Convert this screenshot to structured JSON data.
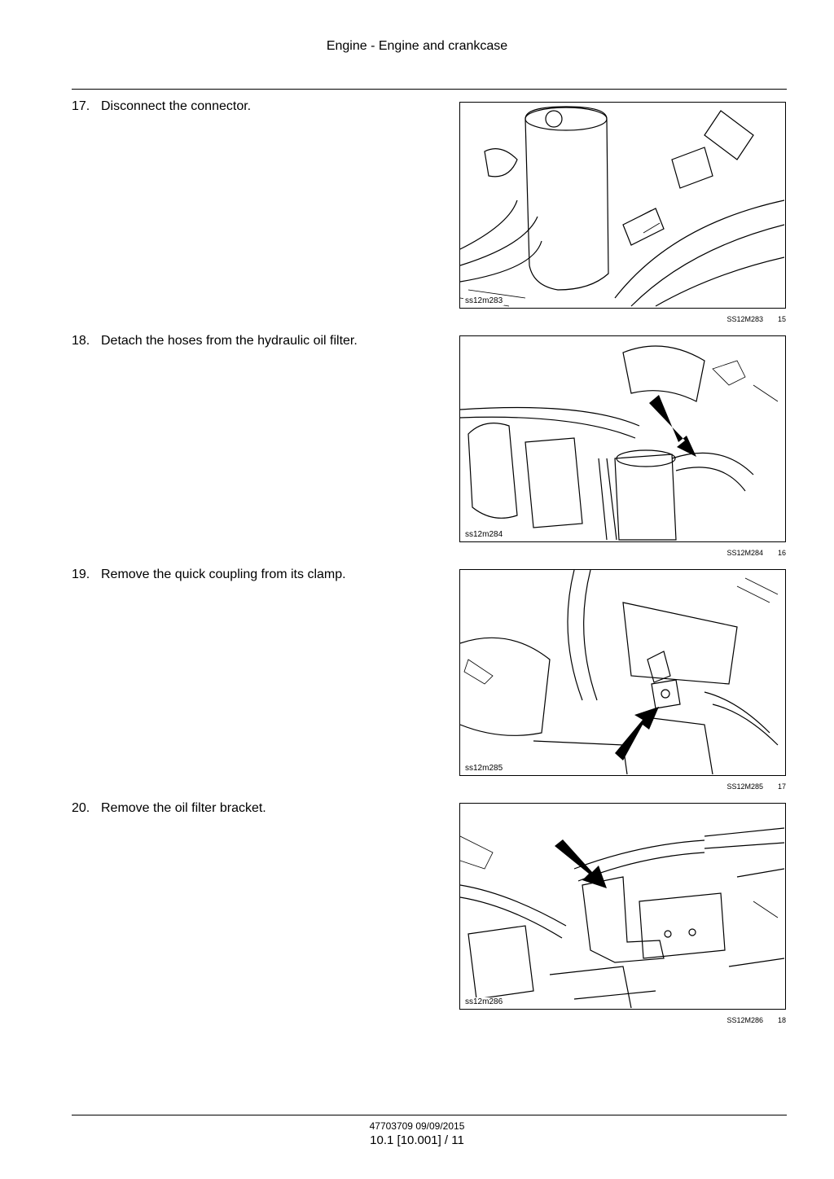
{
  "header": {
    "title": "Engine - Engine and crankcase"
  },
  "steps": [
    {
      "number": "17.",
      "text": "Disconnect the connector.",
      "figure_code": "ss12m283",
      "caption_code": "SS12M283",
      "figure_number": "15"
    },
    {
      "number": "18.",
      "text": "Detach the hoses from the hydraulic oil filter.",
      "figure_code": "ss12m284",
      "caption_code": "SS12M284",
      "figure_number": "16"
    },
    {
      "number": "19.",
      "text": "Remove the quick coupling from its clamp.",
      "figure_code": "ss12m285",
      "caption_code": "SS12M285",
      "figure_number": "17"
    },
    {
      "number": "20.",
      "text": "Remove the oil filter bracket.",
      "figure_code": "ss12m286",
      "caption_code": "SS12M286",
      "figure_number": "18"
    }
  ],
  "footer": {
    "doc_code": "47703709 09/09/2015",
    "page": "10.1 [10.001] / 11"
  }
}
